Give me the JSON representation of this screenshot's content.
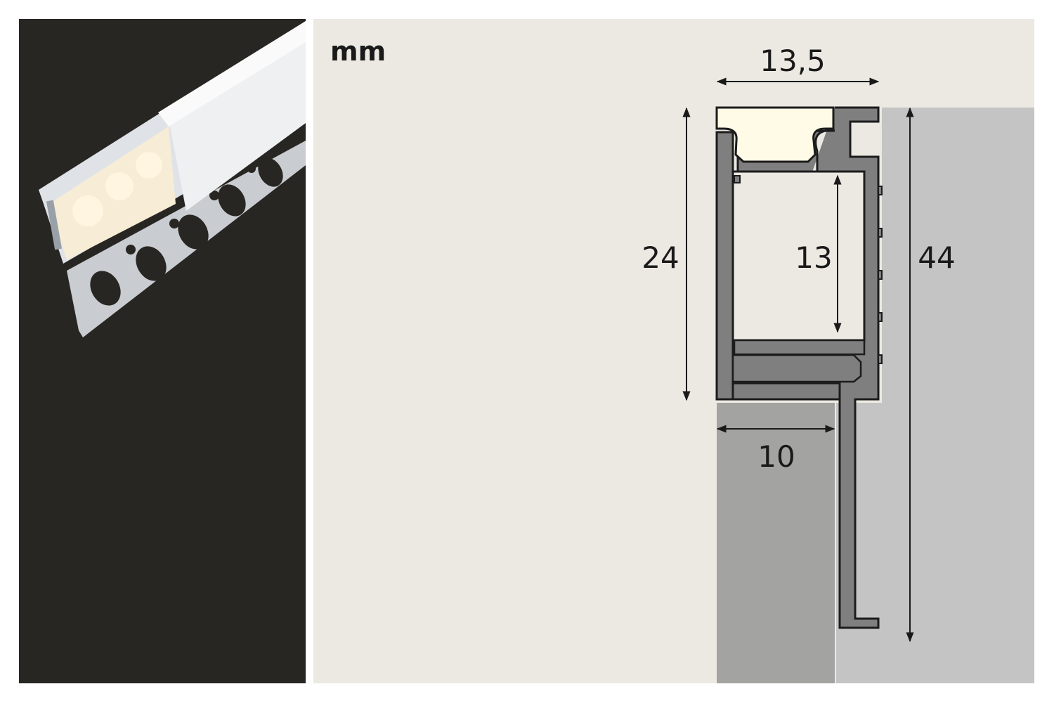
{
  "unit_label": "mm",
  "dimensions": {
    "width_top": "13,5",
    "height_profile": "24",
    "height_inner": "13",
    "height_total": "44",
    "width_base": "10"
  },
  "colors": {
    "photo_background": "#282622",
    "drawing_background": "#ece9e3",
    "profile": "#7f7f7f",
    "diffuser": "#fffbe6",
    "wall_right": "#c4c4c4",
    "wall_lower": "#a3a3a1"
  }
}
